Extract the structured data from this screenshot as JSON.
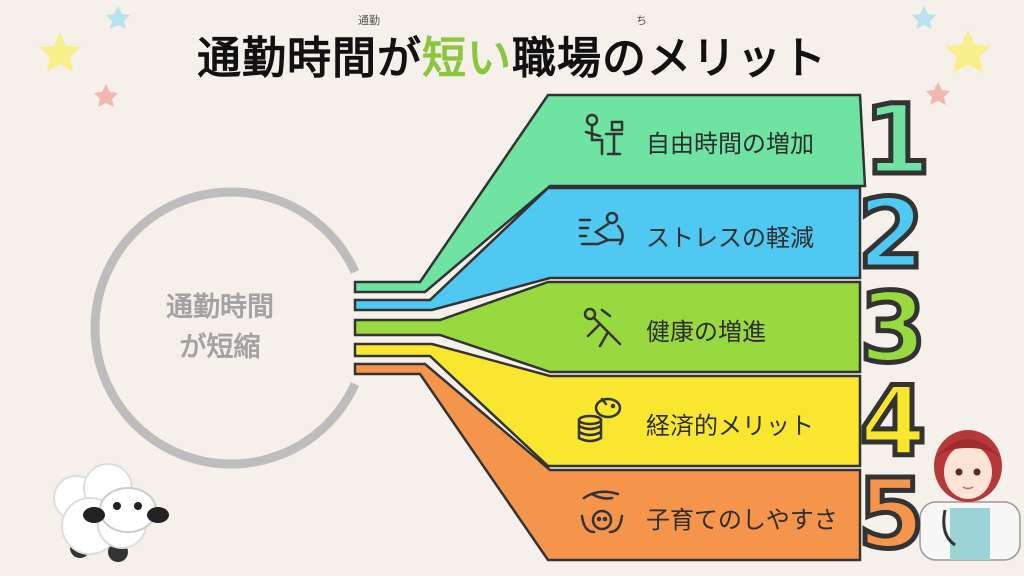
{
  "title": {
    "prefix": "通勤時間が",
    "accent": "短い",
    "suffix": "職場のメリット",
    "accent_color": "#8cc63f"
  },
  "decor_notes": [
    "通勤",
    "ち"
  ],
  "center": {
    "line1": "通勤時間",
    "line2": "が短縮"
  },
  "items": [
    {
      "number": "1",
      "label": "自由時間の増加",
      "color": "#6fe3a2",
      "icon": "person-desk-icon"
    },
    {
      "number": "2",
      "label": "ストレスの軽減",
      "color": "#4fc8f2",
      "icon": "relaxing-person-icon"
    },
    {
      "number": "3",
      "label": "健康の増進",
      "color": "#98d93f",
      "icon": "exercising-person-icon"
    },
    {
      "number": "4",
      "label": "経済的メリット",
      "color": "#f9e62e",
      "icon": "piggy-bank-coins-icon"
    },
    {
      "number": "5",
      "label": "子育てのしやすさ",
      "color": "#f5954b",
      "icon": "child-care-hands-icon"
    }
  ],
  "colors": {
    "background": "#f6f0eb",
    "outline": "#333333",
    "ring": "#bdbdbd"
  }
}
